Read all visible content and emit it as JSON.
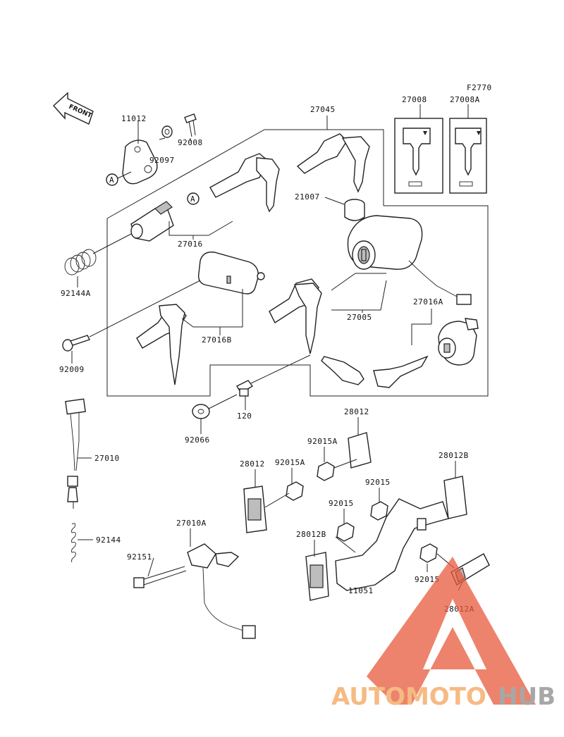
{
  "figure_code": "F2770",
  "front_label": "FRONT",
  "ref_marker": "A",
  "watermark": {
    "part1": "AUTOMOTO",
    "part2": "HUB",
    "color1": "#f4a35a",
    "color2": "#8a8a8a",
    "triangle_color": "#e85a3c"
  },
  "parts": {
    "p11012": "11012",
    "p92097": "92097",
    "p92008": "92008",
    "p27045": "27045",
    "p27008": "27008",
    "p27008A": "27008A",
    "p21007": "21007",
    "p27016": "27016",
    "p92144A": "92144A",
    "p27016B": "27016B",
    "p27005": "27005",
    "p27016A": "27016A",
    "p92009": "92009",
    "p120": "120",
    "p92066": "92066",
    "p28012_top": "28012",
    "p92015A_top": "92015A",
    "p28012_left": "28012",
    "p92015A_left": "92015A",
    "p28012B_right": "28012B",
    "p92015_mid": "92015",
    "p92015_left": "92015",
    "p28012B_left": "28012B",
    "p11051": "11051",
    "p92015_right": "92015",
    "p28012A": "28012A",
    "p27010": "27010",
    "p92144": "92144",
    "p27010A": "27010A",
    "p92151": "92151"
  }
}
